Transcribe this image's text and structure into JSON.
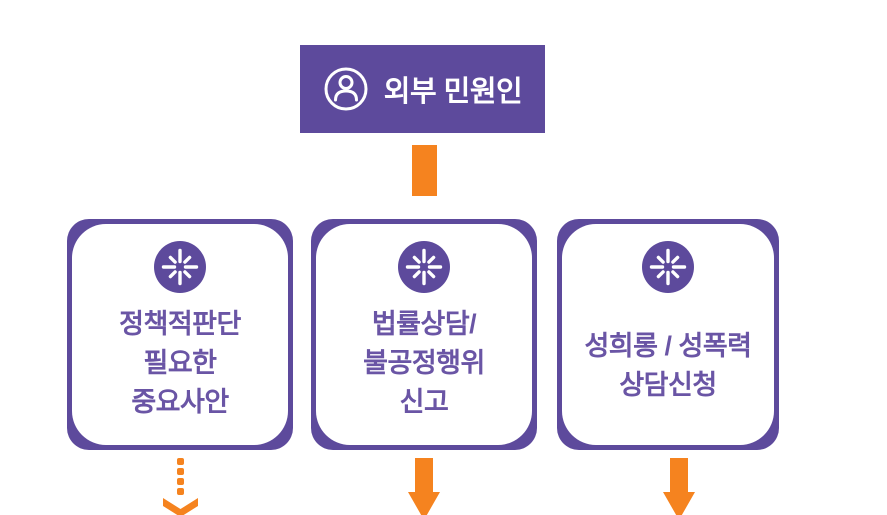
{
  "colors": {
    "purple": "#5D4A9C",
    "purple-text": "#6A55A5",
    "orange": "#F5831F",
    "background": "#FFFFFF"
  },
  "header": {
    "label": "외부 민원인",
    "icon": "person-icon"
  },
  "connector": {
    "icon": "down-arrow-connector"
  },
  "cards": [
    {
      "icon": "asterisk-icon",
      "lines": [
        "정책적판단",
        "필요한",
        "중요사안"
      ],
      "arrow": "dotted-down-arrow"
    },
    {
      "icon": "asterisk-icon",
      "lines": [
        "법률상담/",
        "불공정행위",
        "신고"
      ],
      "arrow": "solid-down-arrow"
    },
    {
      "icon": "asterisk-icon",
      "lines": [
        "성희롱 / 성폭력",
        "상담신청"
      ],
      "arrow": "solid-down-arrow"
    }
  ]
}
